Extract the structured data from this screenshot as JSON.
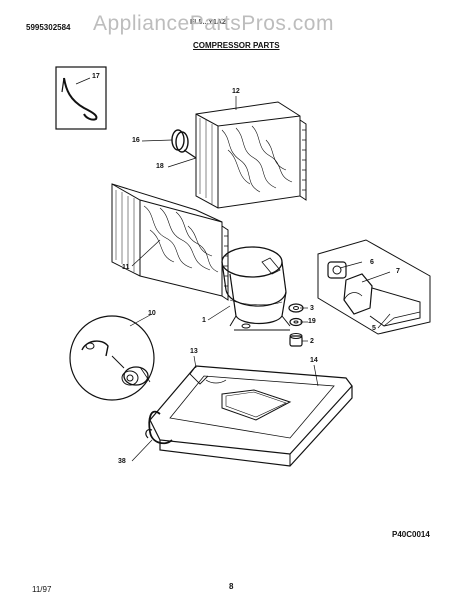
{
  "header": {
    "doc_number": "5995302584",
    "model_code": "FL5...Y1A2",
    "watermark": "AppliancePartsPros.com",
    "section_title": "COMPRESSOR PARTS"
  },
  "diagram": {
    "callouts": [
      {
        "id": "17"
      },
      {
        "id": "12"
      },
      {
        "id": "16"
      },
      {
        "id": "18"
      },
      {
        "id": "11"
      },
      {
        "id": "6"
      },
      {
        "id": "7"
      },
      {
        "id": "1"
      },
      {
        "id": "3"
      },
      {
        "id": "19"
      },
      {
        "id": "2"
      },
      {
        "id": "5"
      },
      {
        "id": "10"
      },
      {
        "id": "13"
      },
      {
        "id": "14"
      },
      {
        "id": "38"
      }
    ],
    "figure_code": "P40C0014"
  },
  "footer": {
    "date": "11/97",
    "page_number": "8"
  }
}
